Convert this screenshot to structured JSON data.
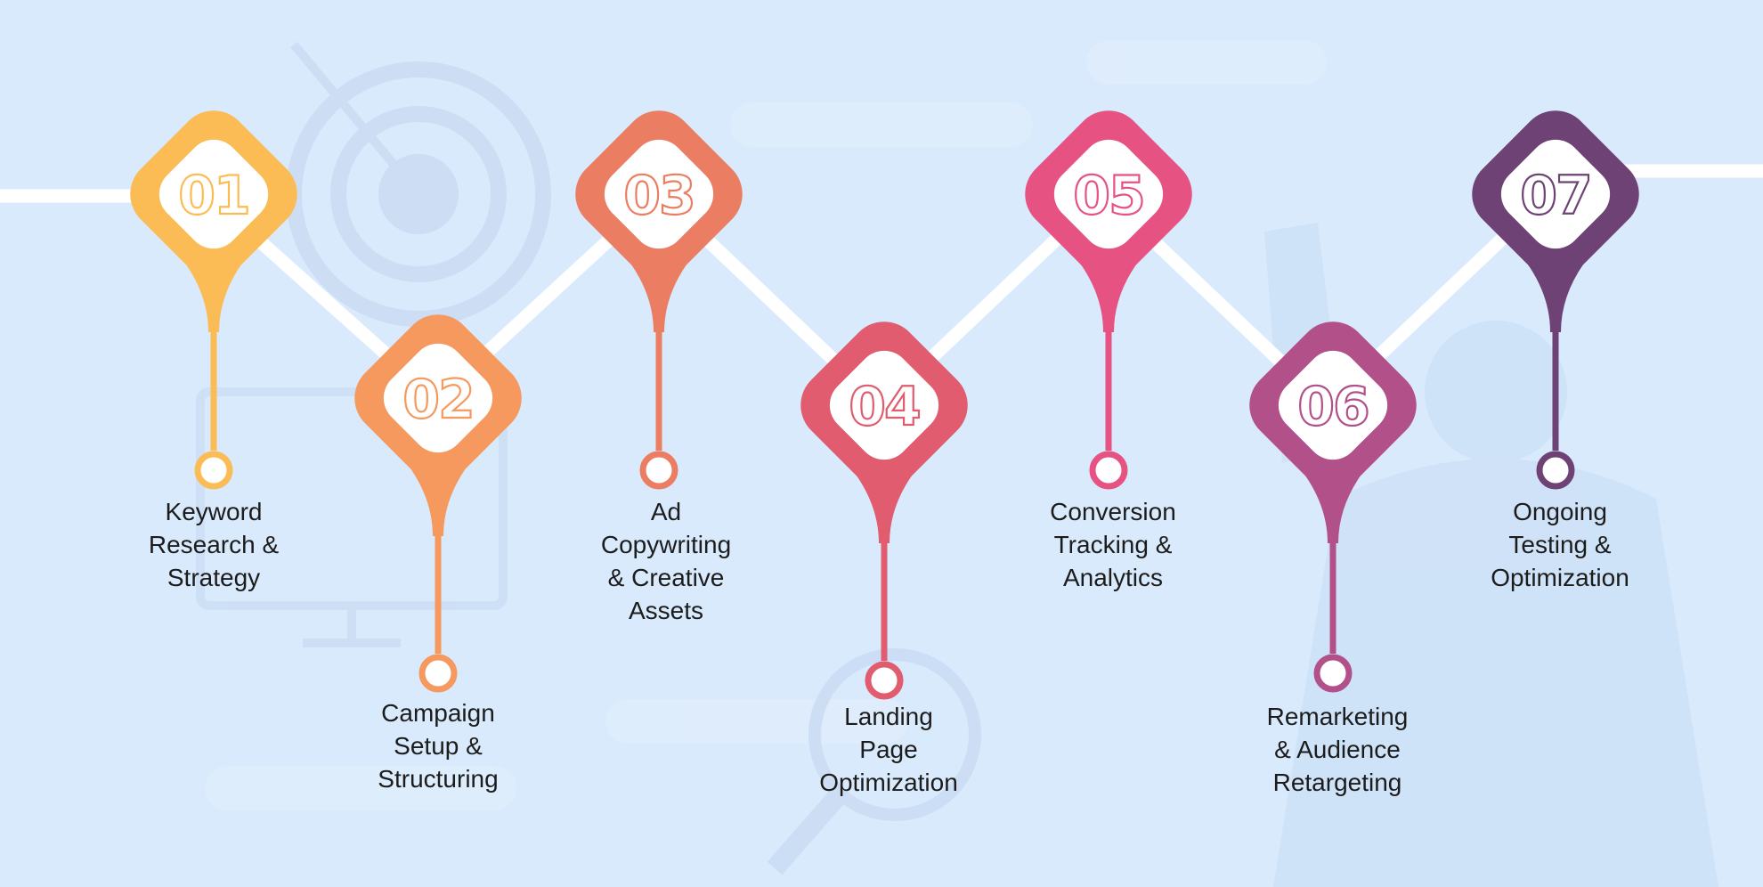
{
  "steps": [
    {
      "number": "01",
      "label": "Keyword\nResearch &\nStrategy",
      "color": "#fcbc55"
    },
    {
      "number": "02",
      "label": "Campaign\nSetup &\nStructuring",
      "color": "#f5995e"
    },
    {
      "number": "03",
      "label": "Ad\nCopywriting\n& Creative\nAssets",
      "color": "#eb7d62"
    },
    {
      "number": "04",
      "label": "Landing\nPage\nOptimization",
      "color": "#e05c6e"
    },
    {
      "number": "05",
      "label": "Conversion\nTracking &\nAnalytics",
      "color": "#e65382"
    },
    {
      "number": "06",
      "label": "Remarketing\n& Audience\nRetargeting",
      "color": "#b2508a"
    },
    {
      "number": "07",
      "label": "Ongoing\nTesting &\nOptimization",
      "color": "#6e4275"
    }
  ],
  "background_color": "#d8eafc",
  "zigzag_line_color": "#ffffff"
}
